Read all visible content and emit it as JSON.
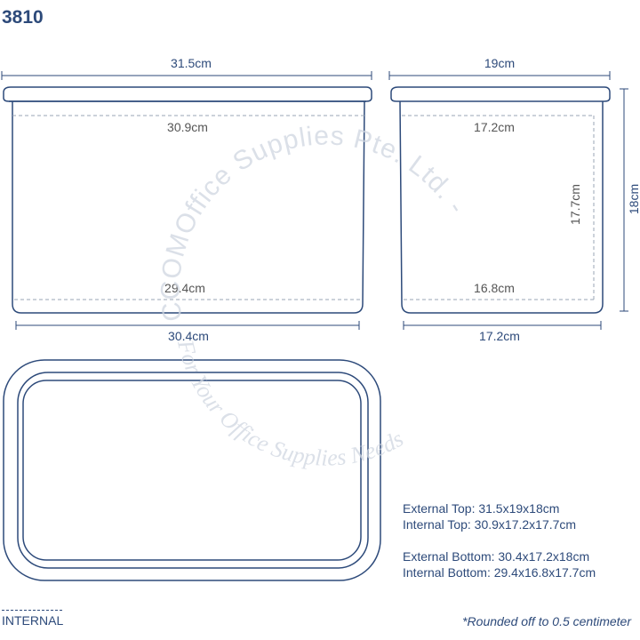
{
  "model": "3810",
  "front_view": {
    "top_external": "31.5cm",
    "top_internal": "30.9cm",
    "bottom_internal": "29.4cm",
    "bottom_external": "30.4cm"
  },
  "side_view": {
    "top_external": "19cm",
    "top_internal": "17.2cm",
    "bottom_internal": "16.8cm",
    "bottom_external": "17.2cm",
    "height_internal": "17.7cm",
    "height_external": "18cm"
  },
  "specs": {
    "external_top": "External Top: 31.5x19x18cm",
    "internal_top": "Internal Top: 30.9x17.2x17.7cm",
    "external_bottom": "External Bottom: 30.4x17.2x18cm",
    "internal_bottom": "Internal Bottom: 29.4x16.8x17.7cm"
  },
  "legend": {
    "label": "INTERNAL"
  },
  "note": "*Rounded off to 0.5 centimeter",
  "watermark": {
    "line1": "CCOMOffice Supplies Pte. Ltd. -",
    "line2": "For Your Office Supplies Needs"
  },
  "colors": {
    "line": "#2d4a7a",
    "dashed": "#9aa5b5",
    "text": "#2d4a7a"
  }
}
